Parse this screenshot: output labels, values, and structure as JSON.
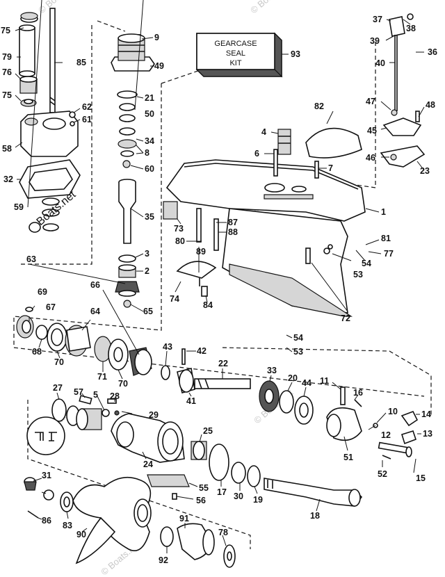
{
  "kit_box": {
    "line1": "GEARCASE",
    "line2": "SEAL",
    "line3": "KIT"
  },
  "watermark": {
    "main": "Boats.net",
    "faint": "© Boats.net"
  },
  "callouts": {
    "c1": "1",
    "c2": "2",
    "c3": "3",
    "c4": "4",
    "c5": "5",
    "c6": "6",
    "c7": "7",
    "c8": "8",
    "c9": "9",
    "c10": "10",
    "c11": "11",
    "c12": "12",
    "c13": "13",
    "c14": "14",
    "c15": "15",
    "c16": "16",
    "c17": "17",
    "c18": "18",
    "c19": "19",
    "c20": "20",
    "c21": "21",
    "c22": "22",
    "c23": "23",
    "c24": "24",
    "c25": "25",
    "c27": "27",
    "c28": "28",
    "c29": "29",
    "c30": "30",
    "c31": "31",
    "c32": "32",
    "c33": "33",
    "c34": "34",
    "c35": "35",
    "c36": "36",
    "c37": "37",
    "c38": "38",
    "c39": "39",
    "c40": "40",
    "c41": "41",
    "c42": "42",
    "c43": "43",
    "c44": "44",
    "c45": "45",
    "c46": "46",
    "c47": "47",
    "c48": "48",
    "c49": "49",
    "c50": "50",
    "c51": "51",
    "c52": "52",
    "c53": "53",
    "c54": "54",
    "c55": "55",
    "c56": "56",
    "c57": "57",
    "c58": "58",
    "c59": "59",
    "c60": "60",
    "c61": "61",
    "c62": "62",
    "c63": "63",
    "c64": "64",
    "c65": "65",
    "c66": "66",
    "c67": "67",
    "c68": "68",
    "c69": "69",
    "c70": "70",
    "c71": "71",
    "c72": "72",
    "c73": "73",
    "c74": "74",
    "c75": "75",
    "c76": "76",
    "c77": "77",
    "c78": "78",
    "c79": "79",
    "c80": "80",
    "c81": "81",
    "c82": "82",
    "c83": "83",
    "c84": "84",
    "c85": "85",
    "c86": "86",
    "c87": "87",
    "c88": "88",
    "c89": "89",
    "c90": "90",
    "c91": "91",
    "c92": "92",
    "c93": "93"
  }
}
